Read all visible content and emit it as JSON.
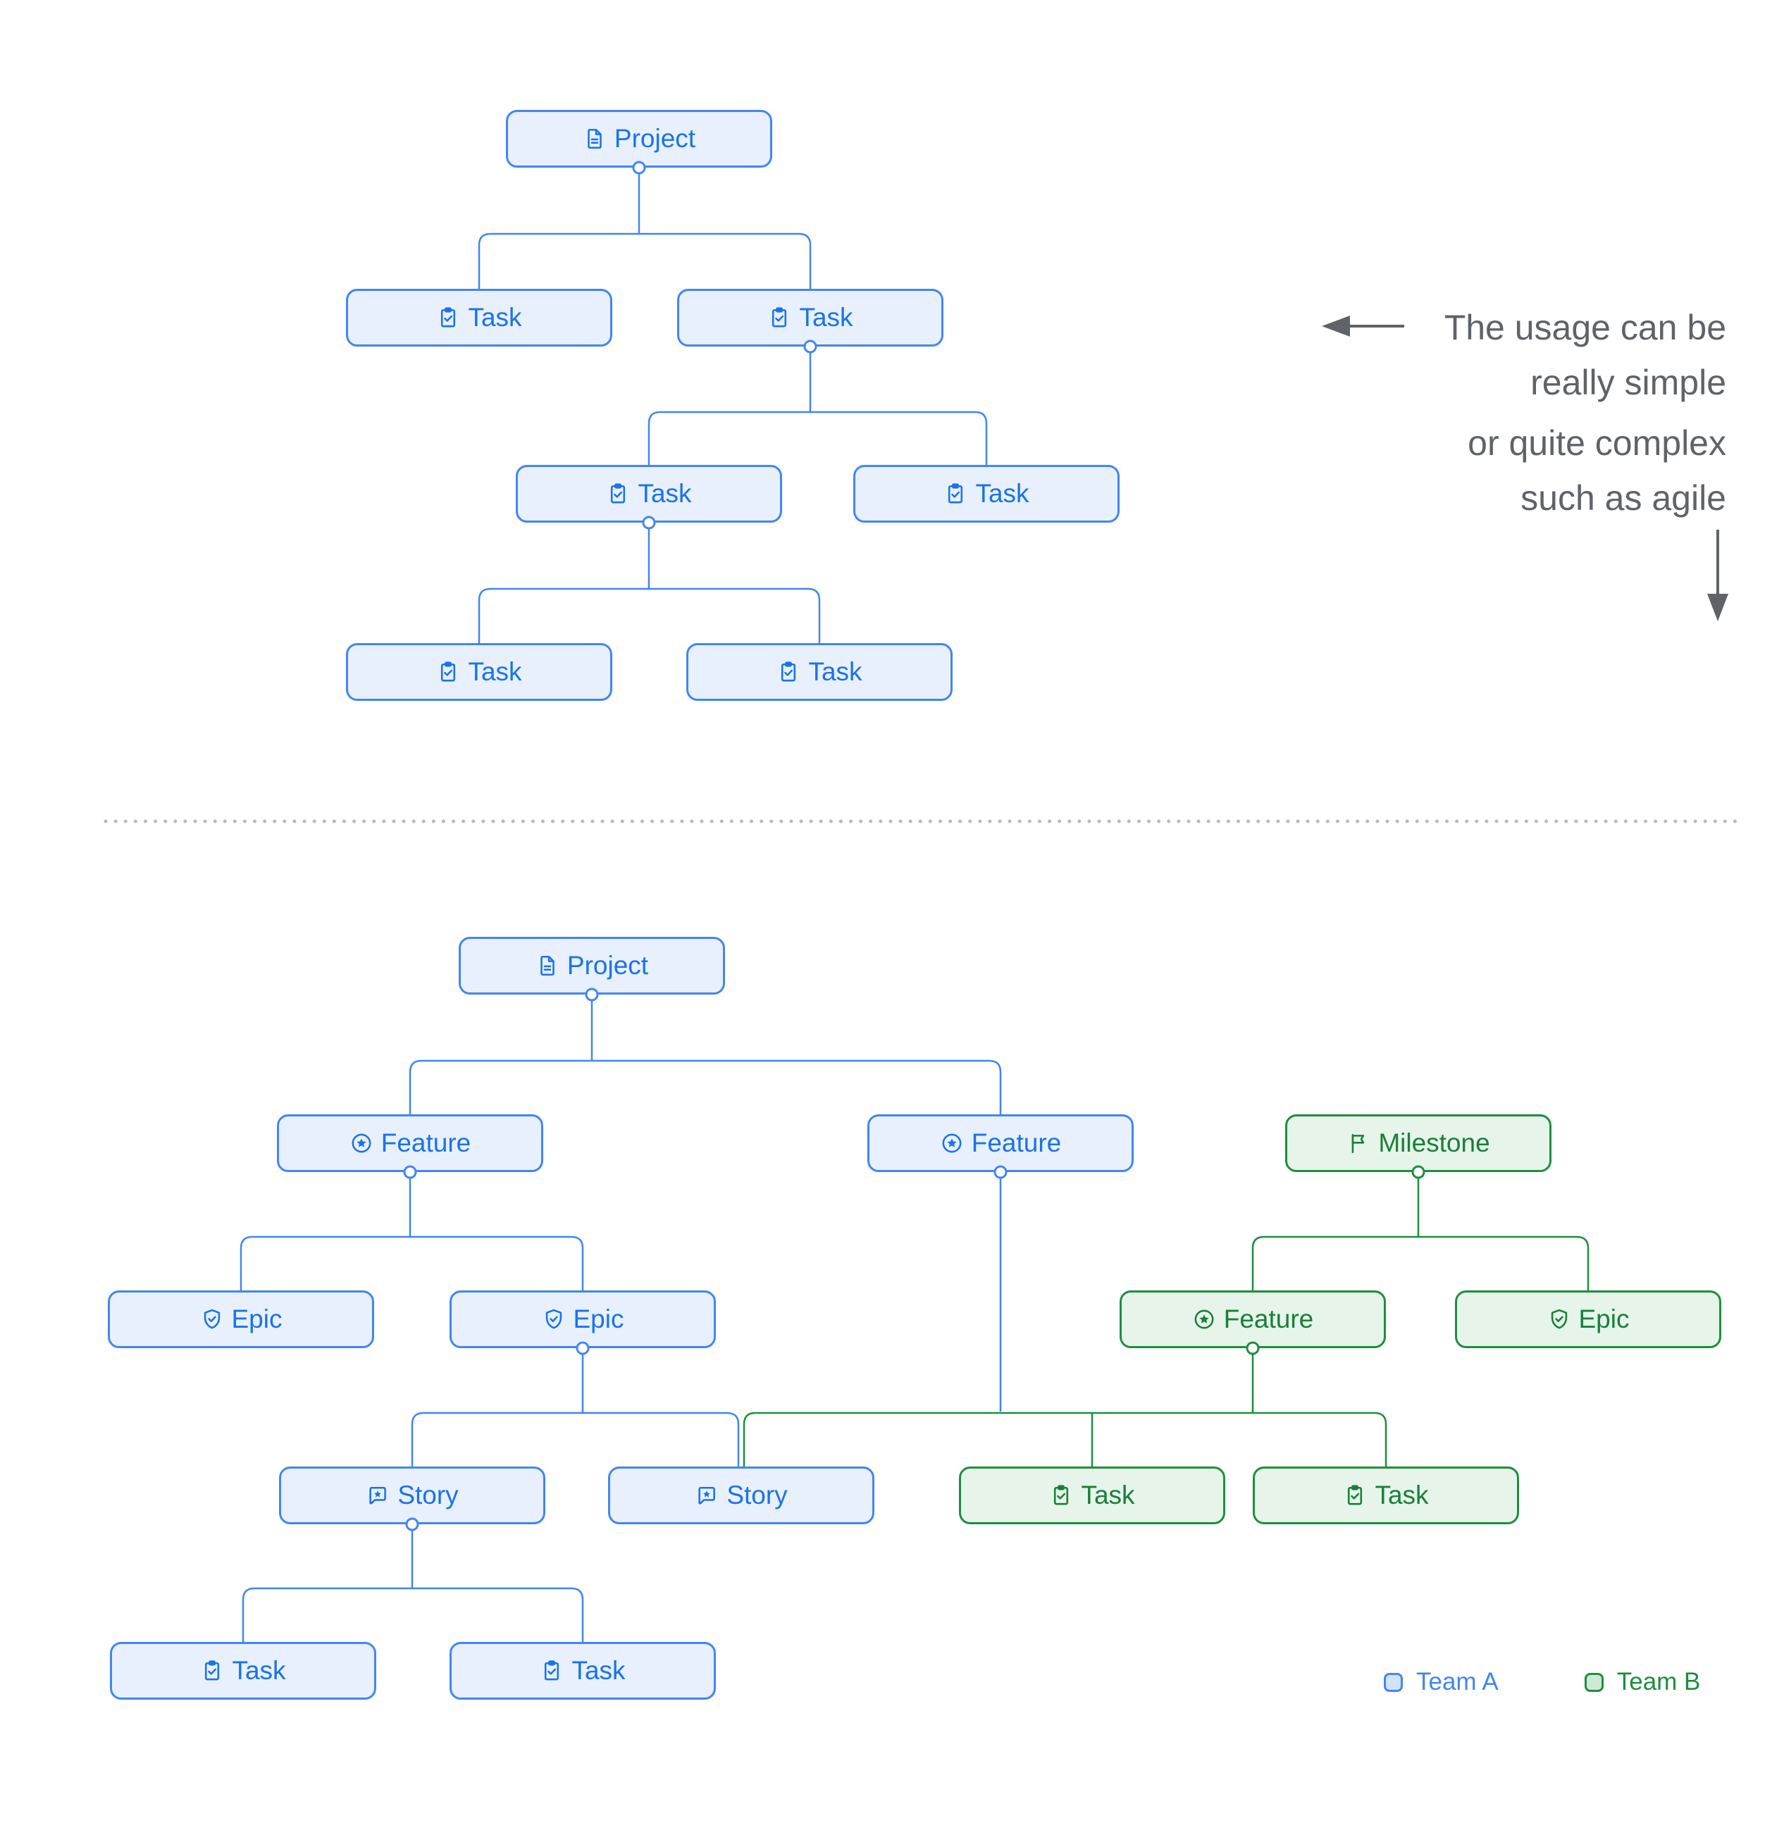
{
  "top_tree": {
    "nodes": [
      {
        "id": "project",
        "label": "Project",
        "icon": "document-icon",
        "team": "A"
      },
      {
        "id": "task-1",
        "label": "Task",
        "icon": "task-icon",
        "team": "A"
      },
      {
        "id": "task-2",
        "label": "Task",
        "icon": "task-icon",
        "team": "A"
      },
      {
        "id": "task-3",
        "label": "Task",
        "icon": "task-icon",
        "team": "A"
      },
      {
        "id": "task-4",
        "label": "Task",
        "icon": "task-icon",
        "team": "A"
      },
      {
        "id": "task-5",
        "label": "Task",
        "icon": "task-icon",
        "team": "A"
      },
      {
        "id": "task-6",
        "label": "Task",
        "icon": "task-icon",
        "team": "A"
      }
    ]
  },
  "bottom_tree": {
    "nodes": [
      {
        "id": "project",
        "label": "Project",
        "icon": "document-icon",
        "team": "A"
      },
      {
        "id": "feature-1",
        "label": "Feature",
        "icon": "feature-icon",
        "team": "A"
      },
      {
        "id": "feature-2",
        "label": "Feature",
        "icon": "feature-icon",
        "team": "A"
      },
      {
        "id": "milestone",
        "label": "Milestone",
        "icon": "milestone-icon",
        "team": "B"
      },
      {
        "id": "epic-1",
        "label": "Epic",
        "icon": "epic-icon",
        "team": "A"
      },
      {
        "id": "epic-2",
        "label": "Epic",
        "icon": "epic-icon",
        "team": "A"
      },
      {
        "id": "feature-3",
        "label": "Feature",
        "icon": "feature-icon",
        "team": "B"
      },
      {
        "id": "epic-3",
        "label": "Epic",
        "icon": "epic-icon",
        "team": "B"
      },
      {
        "id": "story-1",
        "label": "Story",
        "icon": "story-icon",
        "team": "A"
      },
      {
        "id": "story-2",
        "label": "Story",
        "icon": "story-icon",
        "team": "A"
      },
      {
        "id": "task-7",
        "label": "Task",
        "icon": "task-icon",
        "team": "B"
      },
      {
        "id": "task-8",
        "label": "Task",
        "icon": "task-icon",
        "team": "B"
      },
      {
        "id": "task-9",
        "label": "Task",
        "icon": "task-icon",
        "team": "A"
      },
      {
        "id": "task-10",
        "label": "Task",
        "icon": "task-icon",
        "team": "A"
      }
    ]
  },
  "annotation": {
    "para1_line1": "The usage can be",
    "para1_line2": "really simple",
    "para2_line1": "or quite complex",
    "para2_line2": "such as agile"
  },
  "legend": {
    "team_a_label": "Team A",
    "team_b_label": "Team B"
  },
  "colors": {
    "team_a_accent": "#1a73e8",
    "team_a_border": "#4285f4",
    "team_a_fill": "#e8f0fe",
    "team_b_accent": "#188038",
    "team_b_border": "#1e8e3e",
    "team_b_fill": "#e6f4ea",
    "annotation_gray": "#5f6368",
    "divider_gray": "#b7bbbf"
  }
}
